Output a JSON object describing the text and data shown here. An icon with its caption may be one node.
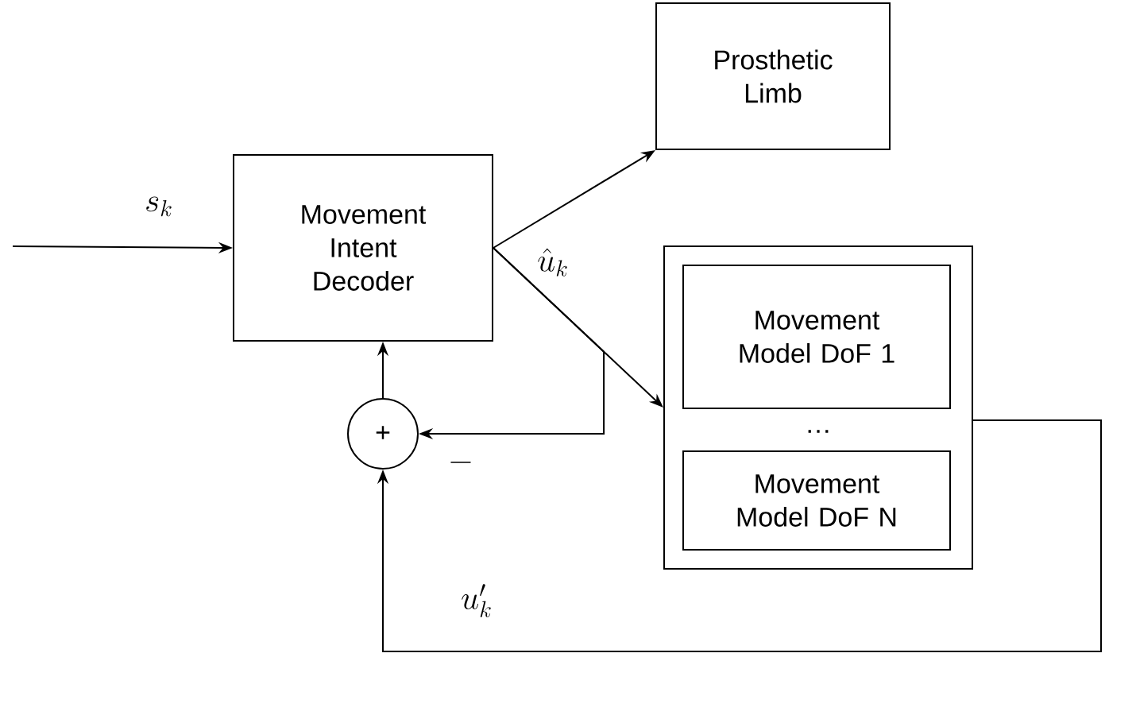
{
  "diagram": {
    "nodes": [
      {
        "text": [
          "Movement Intent Decoder"
        ]
      },
      {
        "text": [
          "Prosthetic Limb"
        ]
      },
      {
        "text": [
          "…"
        ]
      },
      {
        "text": [
          "Movement Model DoF 1"
        ],
        "in": 2
      },
      {
        "text": [
          "Movement Model DoF N"
        ],
        "in": 2
      },
      {
        "text": [
          "+"
        ]
      }
    ],
    "edges": [
      {
        "from": null,
        "to": 0,
        "arrow": "to",
        "label": "s_k"
      },
      {
        "from": 0,
        "to": 1,
        "arrow": "to"
      },
      {
        "from": 0,
        "to": 2,
        "arrow": "to",
        "label": "\\hat{u}_k"
      },
      {
        "from": 0,
        "to": 5,
        "arrow": "to",
        "label": "-"
      },
      {
        "from": 5,
        "to": 0,
        "arrow": "to"
      },
      {
        "from": 2,
        "to": 5,
        "arrow": "to",
        "label": "u'_k"
      }
    ]
  }
}
